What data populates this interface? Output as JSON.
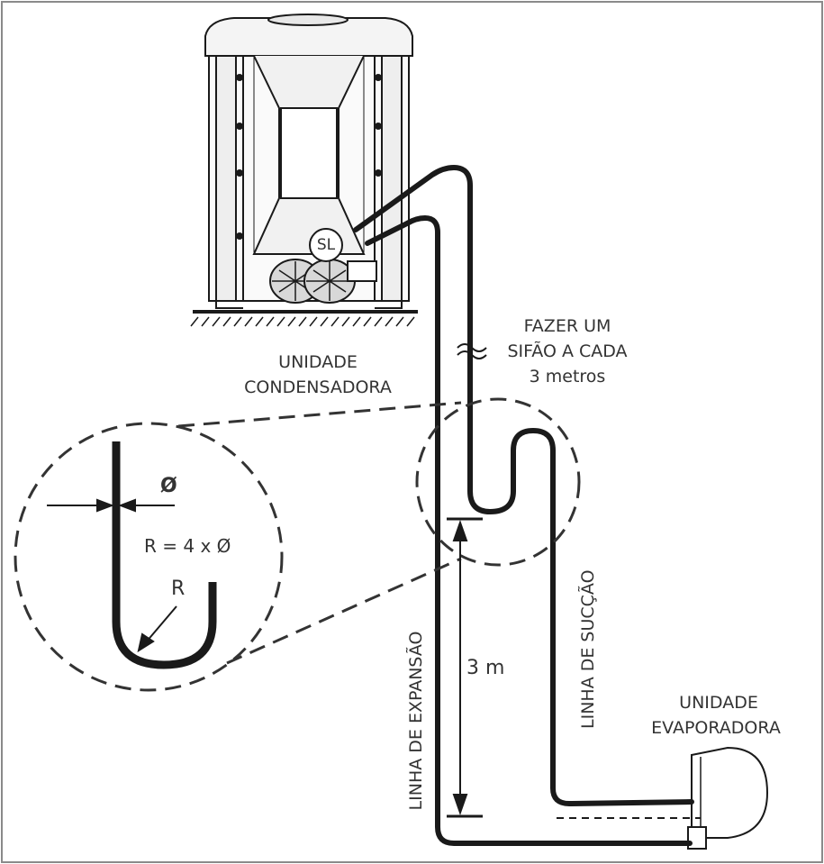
{
  "labels": {
    "condenser_line1": "UNIDADE",
    "condenser_line2": "CONDENSADORA",
    "trap_line1": "FAZER UM",
    "trap_line2": "SIFÃO A CADA",
    "trap_line3": "3 metros",
    "evaporator_line1": "UNIDADE",
    "evaporator_line2": "EVAPORADORA",
    "expansion_line": "LINHA DE EXPANSÃO",
    "suction_line": "LINHA DE SUCÇÃO",
    "distance": "3 m",
    "diameter_symbol": "Ø",
    "radius_formula": "R = 4 x Ø",
    "radius_symbol": "R",
    "valve_badge": "SL"
  },
  "colors": {
    "line": "#1a1a1a",
    "text": "#333333",
    "frame": "#8a8a8a"
  }
}
